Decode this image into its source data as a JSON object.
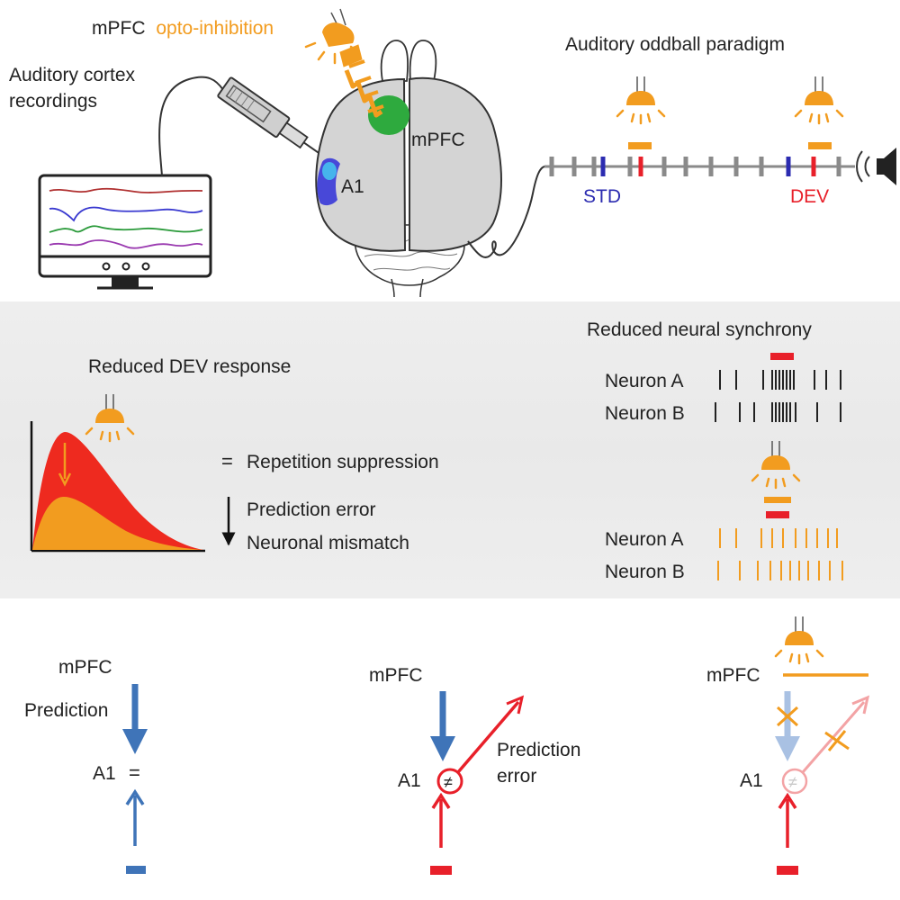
{
  "top": {
    "mpfc_prefix": "mPFC",
    "opto_inhibition": "opto-inhibition",
    "auditory_cortex_line1": "Auditory cortex",
    "auditory_cortex_line2": "recordings",
    "brain_mpfc_label": "mPFC",
    "brain_a1_label": "A1",
    "oddball_title": "Auditory oddball paradigm",
    "std_label": "STD",
    "dev_label": "DEV"
  },
  "middle": {
    "reduced_dev_title": "Reduced DEV response",
    "equals_symbol": "=",
    "repetition_suppression": "Repetition suppression",
    "prediction_error": "Prediction error",
    "neuronal_mismatch": "Neuronal mismatch",
    "synchrony_title": "Reduced neural synchrony",
    "neuron_a": "Neuron A",
    "neuron_b": "Neuron B"
  },
  "bottom": {
    "panel1": {
      "mpfc": "mPFC",
      "prediction": "Prediction",
      "a1": "A1",
      "equals": "="
    },
    "panel2": {
      "mpfc": "mPFC",
      "a1": "A1",
      "not_equal": "≠",
      "pe_line1": "Prediction",
      "pe_line2": "error"
    },
    "panel3": {
      "mpfc": "mPFC",
      "a1": "A1",
      "not_equal": "≠"
    }
  },
  "colors": {
    "std_blue": "#2b2bb0",
    "dev_red": "#e8202a",
    "opto_orange": "#f29c1f",
    "mpfc_green": "#2eaa3e",
    "arrow_blue": "#3f74b8",
    "panel_gray": "#ececec"
  }
}
